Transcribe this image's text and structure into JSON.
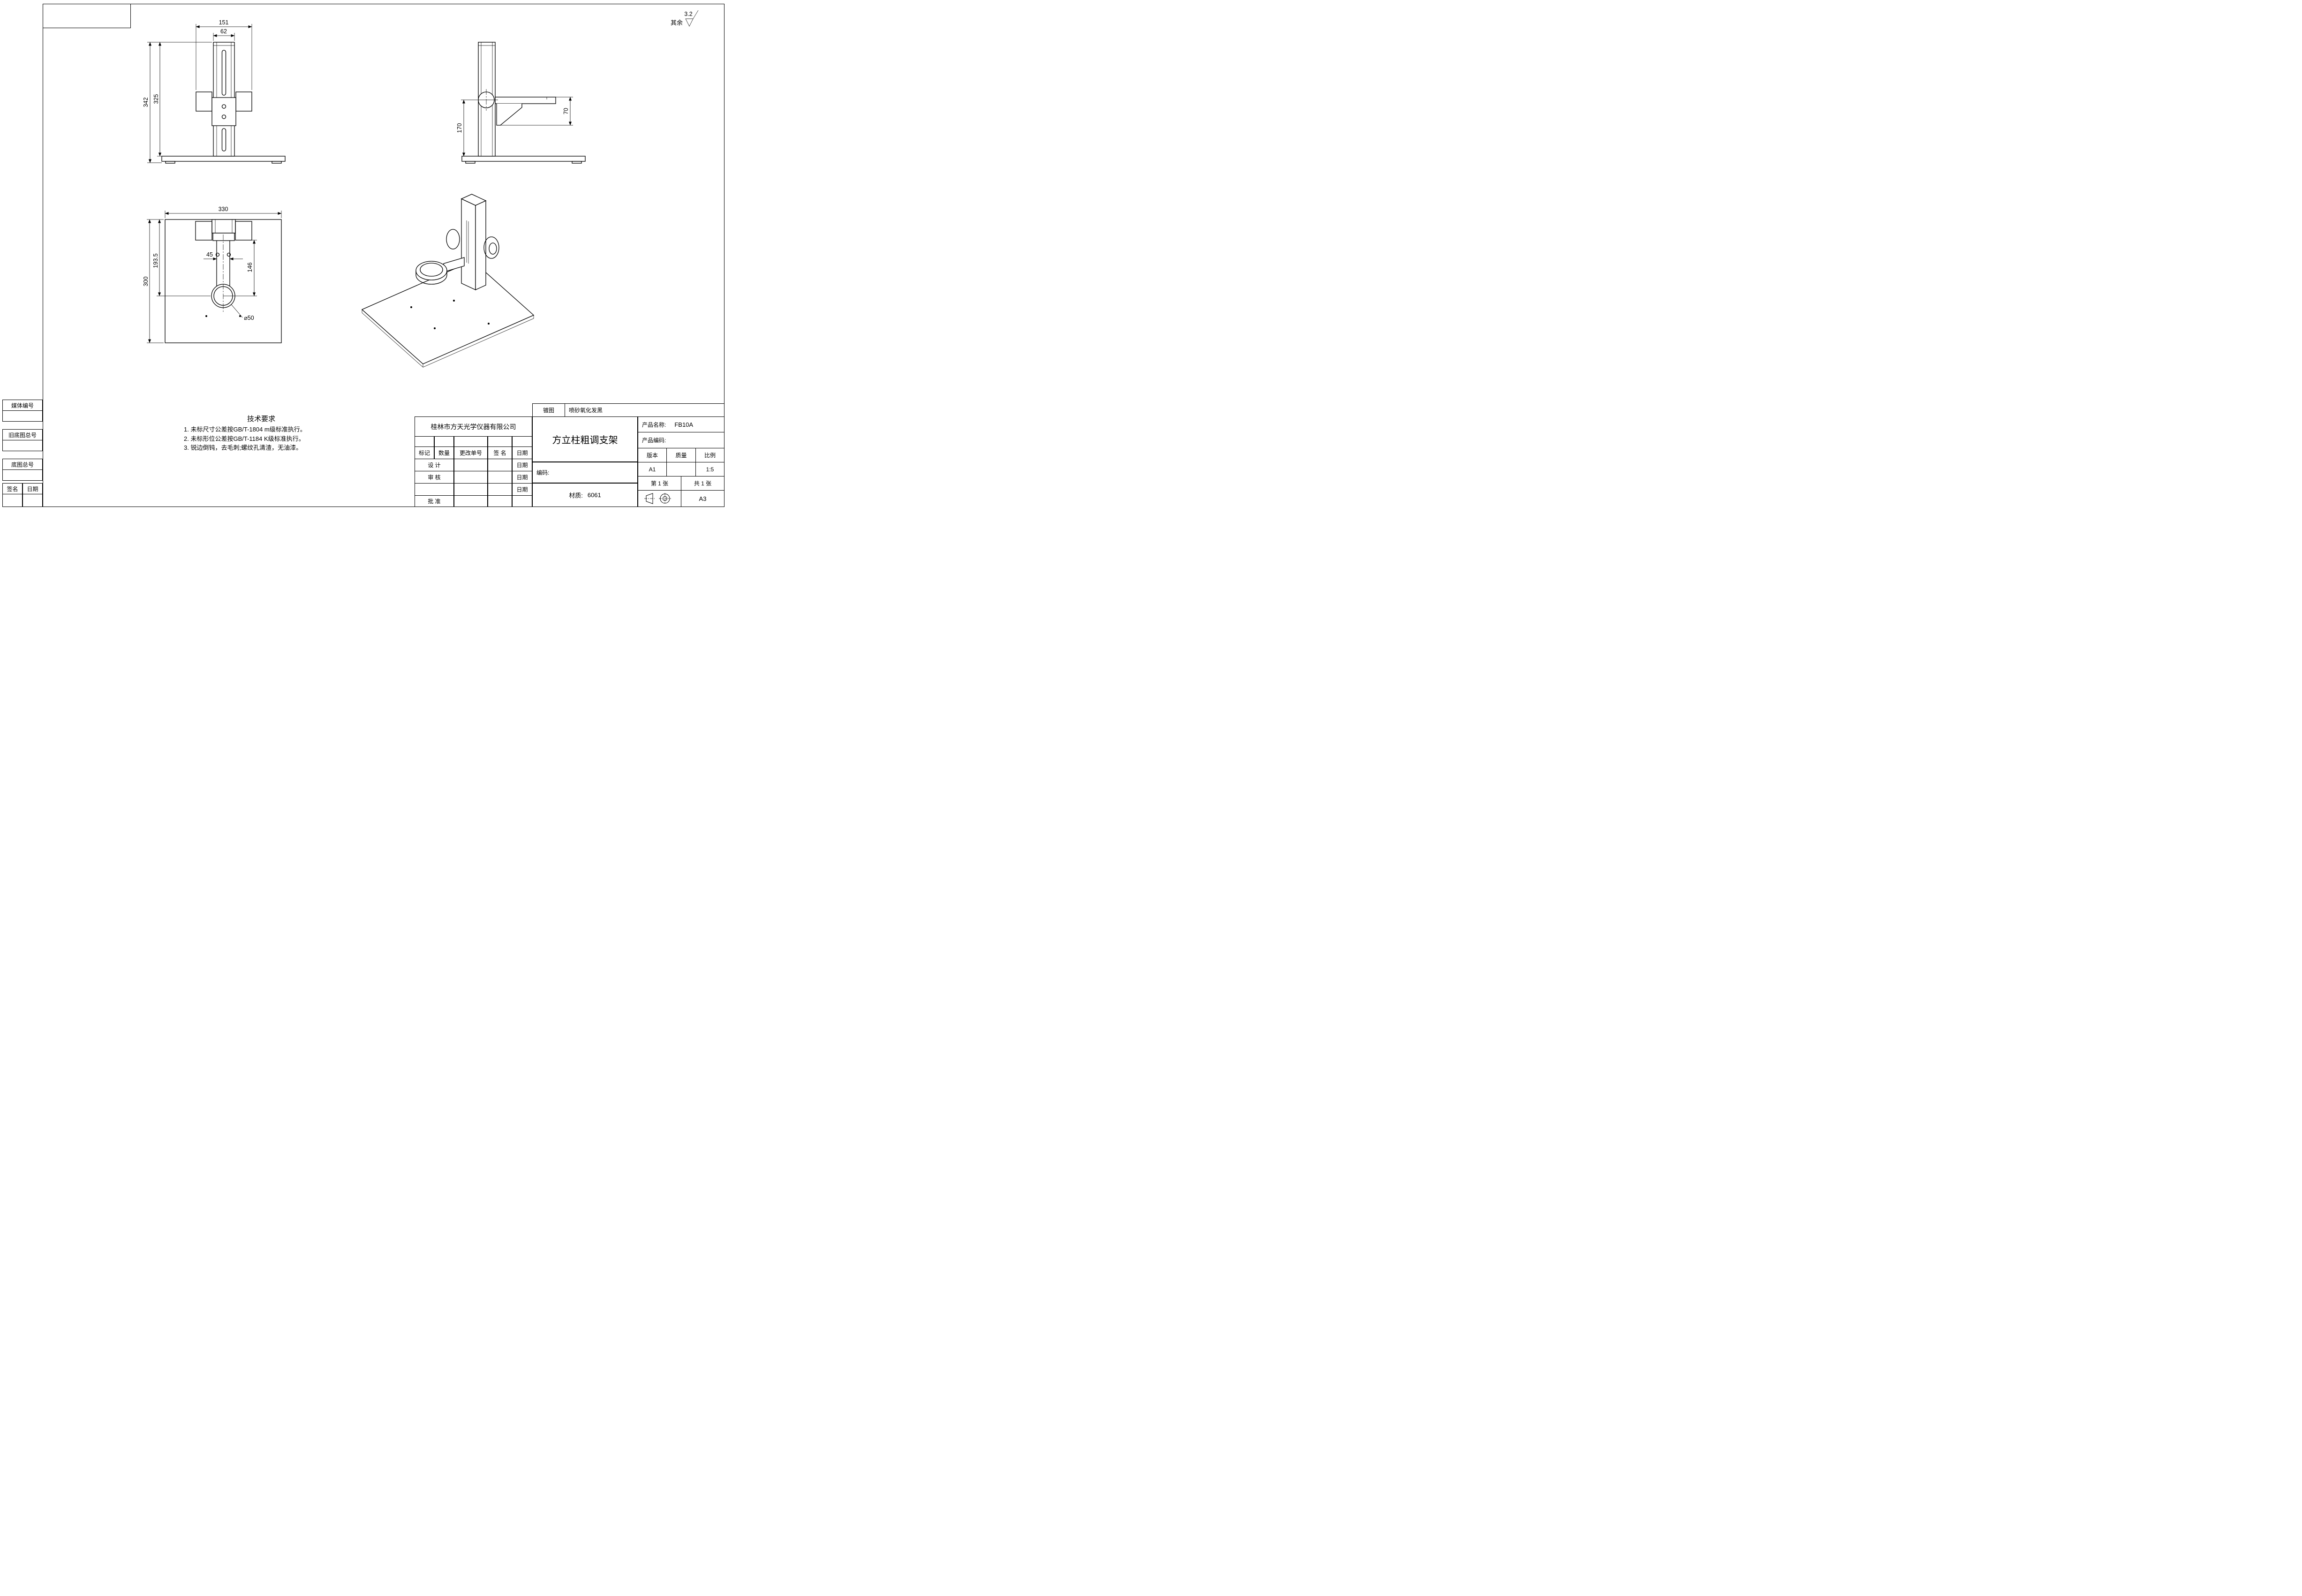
{
  "page": {
    "roughness_label": "其余",
    "roughness_value": "3.2"
  },
  "dims": {
    "front_outer_width": "151",
    "front_col_width": "62",
    "front_total_height": "342",
    "front_col_height": "325",
    "side_col_height": "170",
    "side_arm_height": "70",
    "top_plate_width": "330",
    "top_plate_depth": "300",
    "top_col_depth": "193.5",
    "top_arm_width": "45",
    "top_ring_center": "146",
    "top_ring_dia": "⌀50"
  },
  "tech": {
    "title": "技术要求",
    "lines": [
      "1. 未标尺寸公差按GB/T-1804 m级标准执行。",
      "2. 未标形位公差按GB/T-1184 K级标准执行。",
      "3. 锐边倒钝，去毛刺;螺纹孔清渣，无油漆。"
    ]
  },
  "margin": {
    "media_no": "媒体编号",
    "old_base_no": "旧底图总号",
    "base_no": "底图总号",
    "sign": "签名",
    "date": "日期"
  },
  "titleblock": {
    "plating_label": "镀图",
    "plating_value": "喷砂氧化发黑",
    "company": "桂林市方天光学仪器有限公司",
    "part_name": "方立柱粗调支架",
    "product_name_label": "产品名称:",
    "product_name": "FB10A",
    "product_code_label": "产品编码:",
    "version_label": "版本",
    "quality_label": "质量",
    "scale_label": "比例",
    "version": "A1",
    "scale": "1:5",
    "sheet_label": "第 1 张",
    "sheets_label": "共 1 张",
    "paper": "A3",
    "code_label": "编码:",
    "material_label": "材质:",
    "material": "6061",
    "rev_headers": [
      "标记",
      "数量",
      "更改单号",
      "签 名",
      "日期"
    ],
    "row_design": "设 计",
    "row_check": "审 核",
    "row_approve": "批 准",
    "date_label": "日期"
  }
}
